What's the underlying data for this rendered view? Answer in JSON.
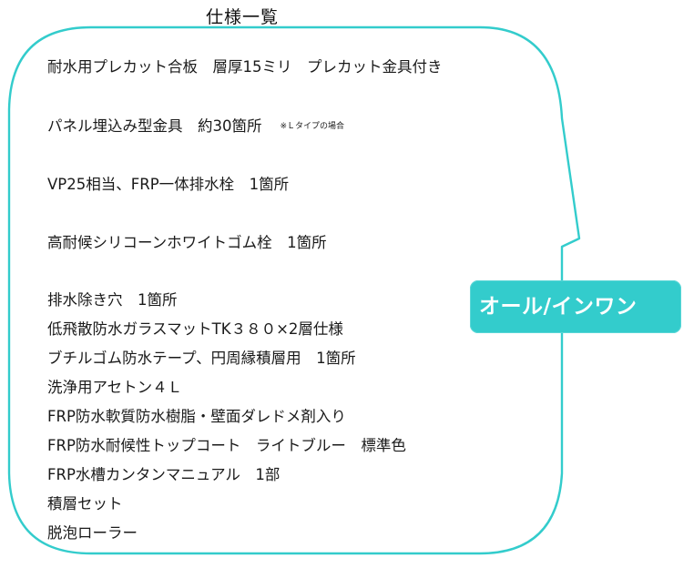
{
  "title": "仕様一覧",
  "colors": {
    "accent": "#33cccc",
    "text": "#1a1a1a",
    "background": "#ffffff",
    "badge_text": "#ffffff"
  },
  "specs": [
    {
      "text": "耐水用プレカット合板　層厚15ミリ　プレカット金具付き",
      "note": ""
    },
    {
      "text": "パネル埋込み型金具　約30箇所",
      "note": "※Ｌタイプの場合"
    },
    {
      "text": "VP25相当、FRP一体排水栓　1箇所",
      "note": ""
    },
    {
      "text": "高耐候シリコーンホワイトゴム栓　1箇所",
      "note": ""
    },
    {
      "text": "排水除き穴　1箇所",
      "note": ""
    },
    {
      "text": "低飛散防水ガラスマットTK３８０×2層仕様",
      "note": ""
    },
    {
      "text": "ブチルゴム防水テープ、円周縁積層用　1箇所",
      "note": ""
    },
    {
      "text": "洗浄用アセトン４Ｌ",
      "note": ""
    },
    {
      "text": "FRP防水軟質防水樹脂・壁面ダレドメ剤入り",
      "note": ""
    },
    {
      "text": "FRP防水耐候性トップコート　ライトブルー　標準色",
      "note": ""
    },
    {
      "text": "FRP水槽カンタンマニュアル　1部",
      "note": ""
    },
    {
      "text": "積層セット",
      "note": ""
    },
    {
      "text": "脱泡ローラー",
      "note": ""
    }
  ],
  "badge": {
    "label": "オール/インワン"
  }
}
